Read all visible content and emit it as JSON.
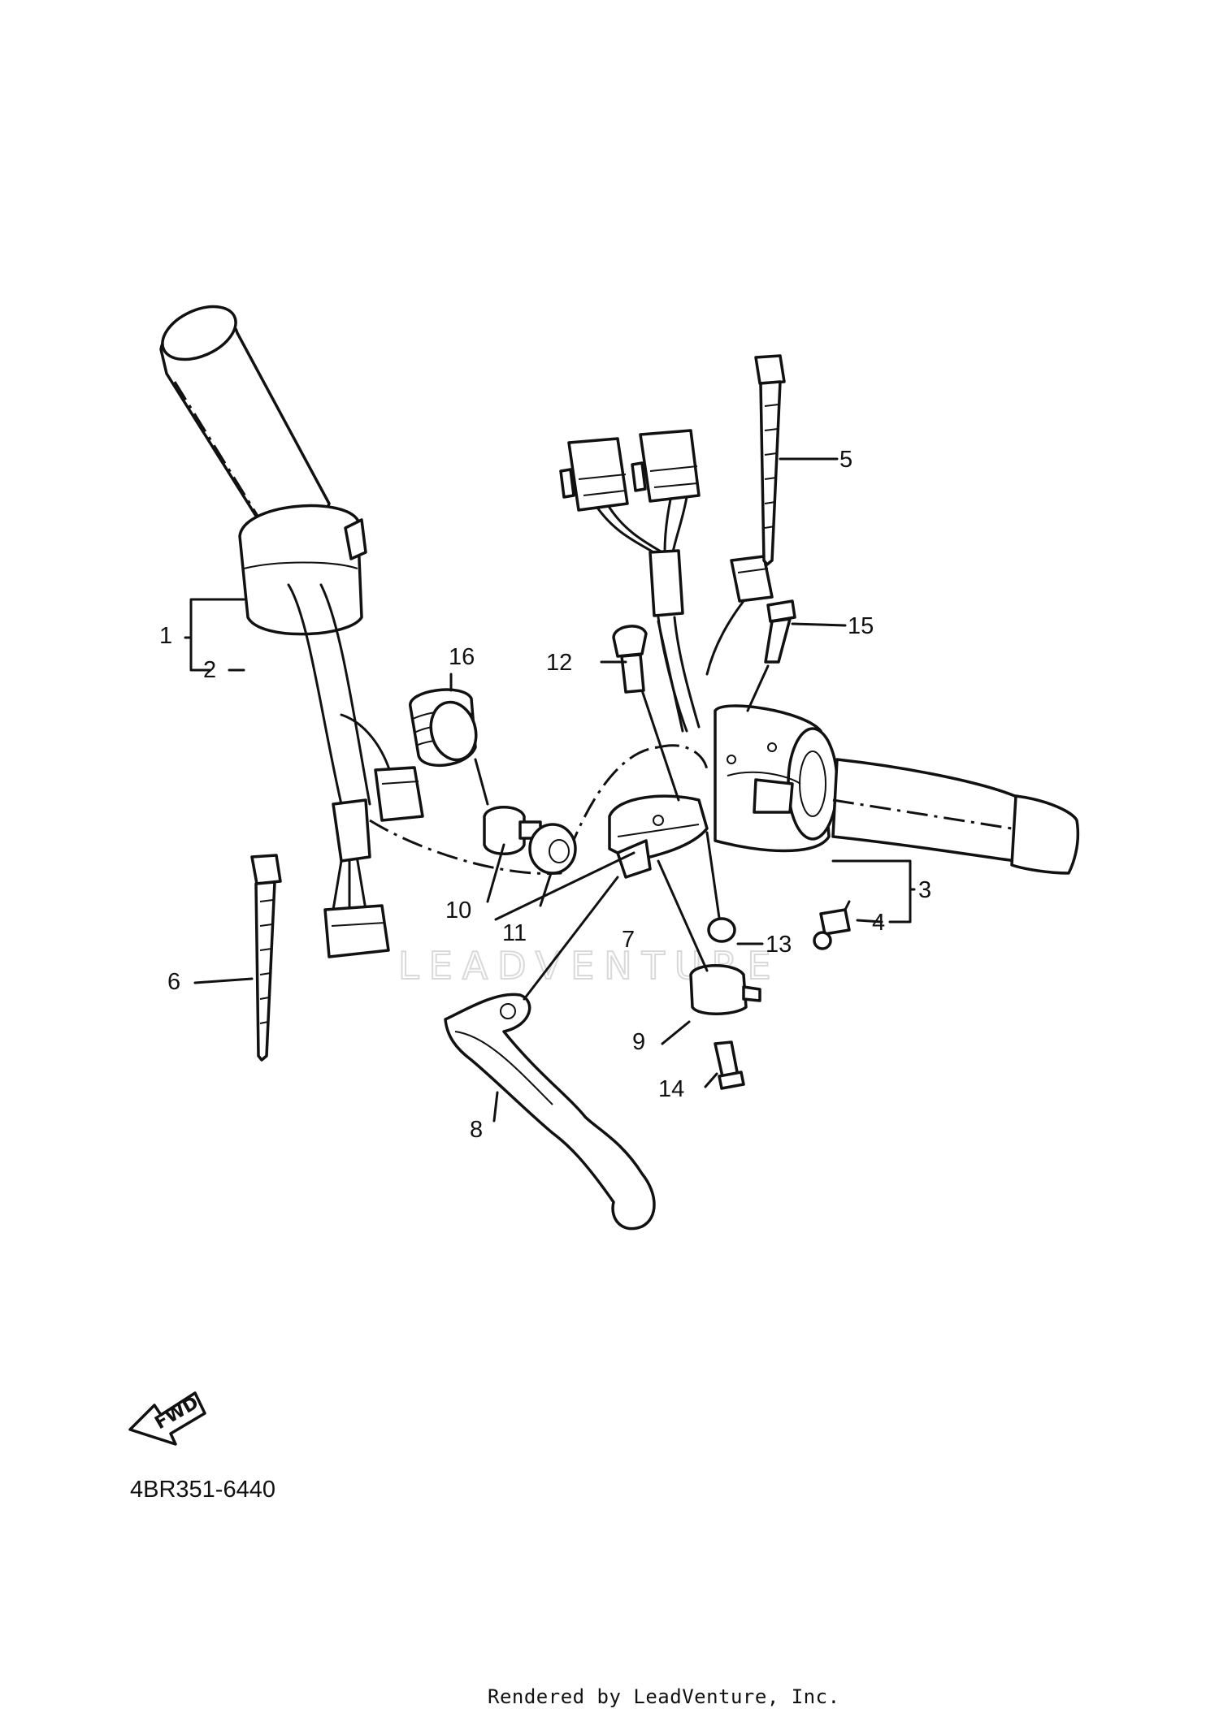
{
  "diagram": {
    "code": "4BR351-6440",
    "footer": "Rendered by LeadVenture, Inc.",
    "watermark": "LEADVENTURE",
    "direction_marker": "FWD",
    "callouts": [
      "1",
      "2",
      "3",
      "4",
      "5",
      "6",
      "7",
      "8",
      "9",
      "10",
      "11",
      "12",
      "13",
      "14",
      "15",
      "16"
    ]
  }
}
